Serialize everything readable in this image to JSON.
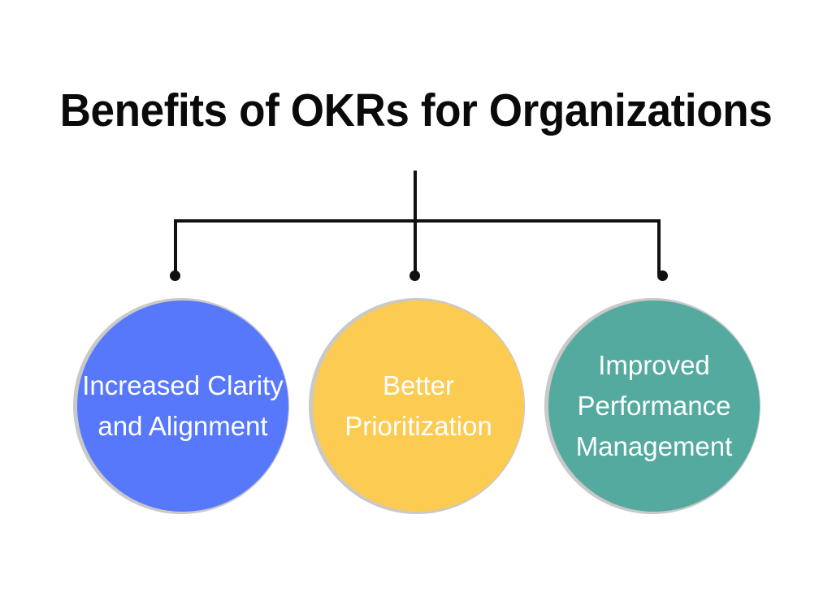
{
  "title": "Benefits of OKRs for Organizations",
  "diagram": {
    "type": "tree",
    "orientation": "top-down",
    "branch_count": 3,
    "background_color": "#ffffff",
    "connector_color": "#111111",
    "ring_color": "#c9c9c9",
    "label_color": "#ffffff",
    "title_color": "#0a0a0a",
    "nodes": [
      {
        "label": "Increased Clarity and Alignment",
        "color": "#5778fb",
        "color_name": "blue"
      },
      {
        "label": "Better Prioritization",
        "color": "#fccb51",
        "color_name": "yellow"
      },
      {
        "label": "Improved Performance Management",
        "color": "#54aa9e",
        "color_name": "teal"
      }
    ]
  }
}
